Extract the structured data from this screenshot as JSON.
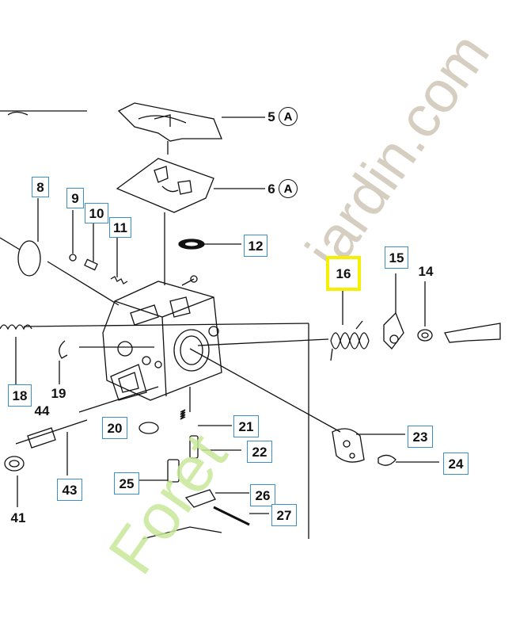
{
  "diagram": {
    "callouts": {
      "c5": "5",
      "c6": "6",
      "c8": "8",
      "c9": "9",
      "c10": "10",
      "c11": "11",
      "c12": "12",
      "c14": "14",
      "c15": "15",
      "c16": "16",
      "c18": "18",
      "c19": "19",
      "c20": "20",
      "c21": "21",
      "c22": "22",
      "c23": "23",
      "c24": "24",
      "c25": "25",
      "c26": "26",
      "c27": "27",
      "c41": "41",
      "c43": "43",
      "c44": "44"
    },
    "circle_ref": "A",
    "highlight_color": "#f5f000",
    "box_color": "#3b8fcf"
  },
  "watermark": {
    "domain_text": "jardin.com",
    "prefix_text": "Foret",
    "green": "#c8e89a",
    "gray": "#cfc6b6",
    "orange": "#f5b85a"
  }
}
